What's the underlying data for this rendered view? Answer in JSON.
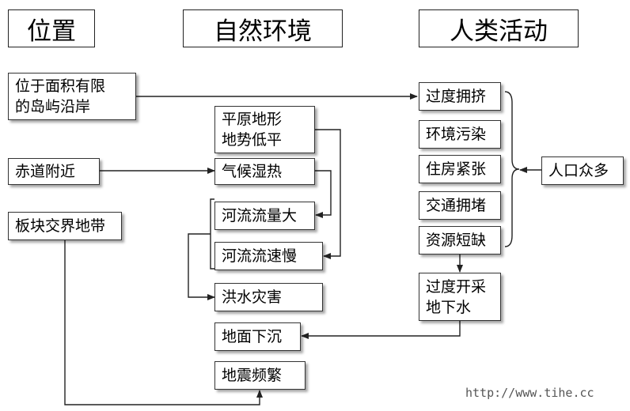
{
  "headers": {
    "location": "位置",
    "environment": "自然环境",
    "human": "人类活动"
  },
  "nodes": {
    "island_coast": [
      "位于面积有限",
      "的岛屿沿岸"
    ],
    "equator": "赤道附近",
    "plate_boundary": "板块交界地带",
    "plain_terrain": [
      "平原地形",
      "地势低平"
    ],
    "humid_hot": "气候湿热",
    "large_flow": "河流流量大",
    "slow_flow": "河流流速慢",
    "flood": "洪水灾害",
    "subsidence": "地面下沉",
    "earthquake": "地震频繁",
    "overcrowding": "过度拥挤",
    "pollution": "环境污染",
    "housing": "住房紧张",
    "traffic": "交通拥堵",
    "resource": "资源短缺",
    "overpump": [
      "过度开采",
      "地下水"
    ],
    "population": "人口众多"
  },
  "watermark": "http://www.tihe.cc"
}
